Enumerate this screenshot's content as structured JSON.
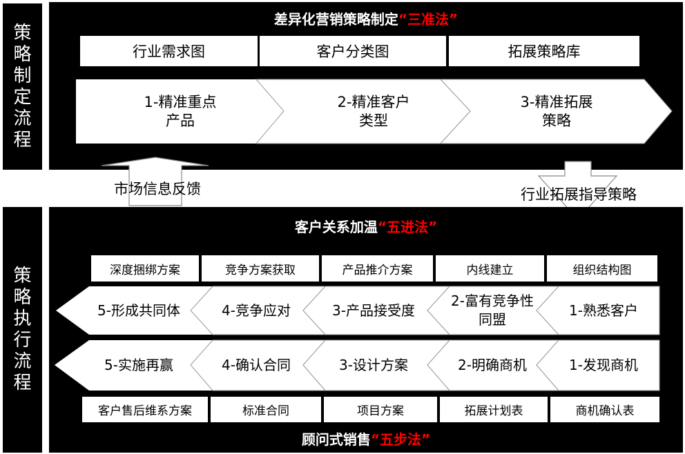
{
  "side_labels": {
    "strategy_formulation": [
      "策",
      "略",
      "制",
      "定",
      "流",
      "程"
    ],
    "strategy_execution": [
      "策",
      "略",
      "执",
      "行",
      "流",
      "程"
    ]
  },
  "top_panel": {
    "title_prefix": "差异化营销策略制定",
    "title_highlight": "“三准法”",
    "tags": [
      "行业需求图",
      "客户分类图",
      "拓展策略库"
    ],
    "steps": [
      "1-精准重点\n产品",
      "2-精准客户\n类型",
      "3-精准拓展\n策略"
    ]
  },
  "arrows": {
    "up_caption": "市场信息反馈",
    "down_caption": "行业拓展指导策略"
  },
  "bottom_panel": {
    "title_prefix": "客户关系加温",
    "title_highlight": "“五进法”",
    "top_tags": [
      "深度捆绑方案",
      "竞争方案获取",
      "产品推介方案",
      "内线建立",
      "组织结构图"
    ],
    "relationship_steps": [
      "5-形成共同体",
      "4-竞争应对",
      "3-产品接受度",
      "2-富有竞争性\n同盟",
      "1-熟悉客户"
    ],
    "sales_steps": [
      "5-实施再赢",
      "4-确认合同",
      "3-设计方案",
      "2-明确商机",
      "1-发现商机"
    ],
    "bottom_tags": [
      "客户售后维系方案",
      "标准合同",
      "项目方案",
      "拓展计划表",
      "商机确认表"
    ],
    "footer_prefix": "顾问式销售",
    "footer_highlight": "“五步法”"
  },
  "colors": {
    "panel": "#000000",
    "accent": "#ff0000",
    "box": "#ffffff"
  }
}
